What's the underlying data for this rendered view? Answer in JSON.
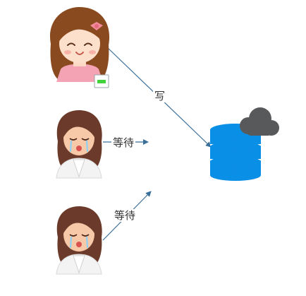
{
  "diagram": {
    "edges": {
      "write_label": "写",
      "wait_label_1": "等待",
      "wait_label_2": "等待"
    },
    "colors": {
      "arrow": "#3a6f9a",
      "database": "#0a8fe6",
      "database_band": "#ffffff",
      "cloud": "#58595b",
      "status_light": "#42d23c"
    },
    "nodes": {
      "writer": {
        "icon": "happy-woman-icon",
        "status_icon": "battery-status-icon"
      },
      "waiter_1": {
        "icon": "crying-woman-icon"
      },
      "waiter_2": {
        "icon": "crying-woman-icon"
      },
      "store": {
        "icon": "database-icon",
        "badge_icon": "cloud-icon"
      }
    }
  }
}
